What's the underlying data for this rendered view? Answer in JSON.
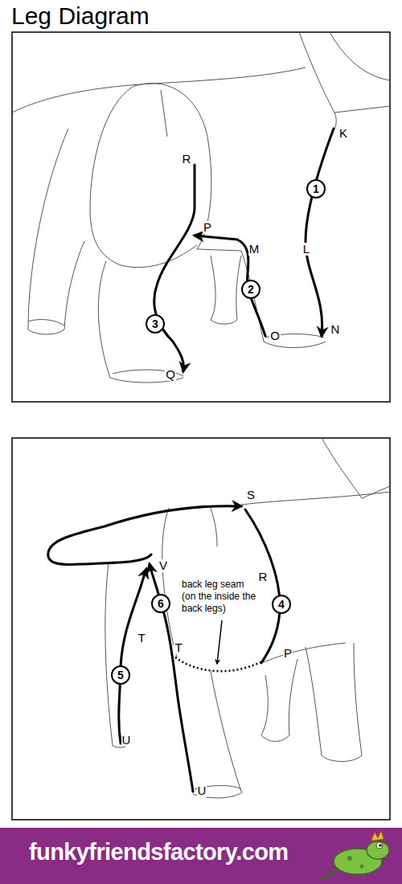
{
  "diagram": {
    "title": "Leg Diagram",
    "nodes": [
      {
        "text": [
          "1"
        ]
      },
      {
        "text": [
          "2"
        ]
      },
      {
        "text": [
          "3"
        ]
      },
      {
        "text": [
          "4"
        ]
      },
      {
        "text": [
          "5"
        ]
      },
      {
        "text": [
          "6"
        ]
      },
      {
        "text": [
          "funkyfriendsfactory.com"
        ]
      }
    ],
    "labels": [
      "K",
      "L",
      "N",
      "R",
      "P",
      "M",
      "O",
      "Q",
      "S",
      "R",
      "P",
      "V",
      "T",
      "T",
      "U",
      "U",
      "back leg seam (on the inside the back legs)"
    ]
  }
}
